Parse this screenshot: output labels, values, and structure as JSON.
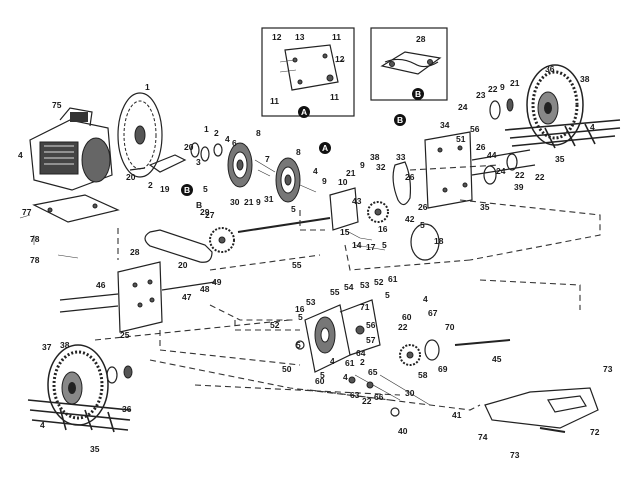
{
  "labels": {
    "l1": "1",
    "l2": "2",
    "l3": "3",
    "l4": "4",
    "l5": "5",
    "l6": "6",
    "l7": "7",
    "l8": "8",
    "l9": "9",
    "l10": "10",
    "l11": "11",
    "l12": "12",
    "l13": "13",
    "l14": "14",
    "l15": "15",
    "l16": "16",
    "l17": "17",
    "l18": "18",
    "l19": "19",
    "l20": "20",
    "l21": "21",
    "l22": "22",
    "l23": "23",
    "l24": "24",
    "l25": "25",
    "l26": "26",
    "l27": "27",
    "l28": "28",
    "l29": "29",
    "l30": "30",
    "l31": "31",
    "l32": "32",
    "l33": "33",
    "l34": "34",
    "l35": "35",
    "l36": "36",
    "l37": "37",
    "l38": "38",
    "l39": "39",
    "l40": "40",
    "l41": "41",
    "l42": "42",
    "l43": "43",
    "l44": "44",
    "l45": "45",
    "l46": "46",
    "l47": "47",
    "l48": "48",
    "l49": "49",
    "l50": "50",
    "l51": "51",
    "l52": "52",
    "l53": "53",
    "l54": "54",
    "l55": "55",
    "l56": "56",
    "l57": "57",
    "l58": "58",
    "l60": "60",
    "l61": "61",
    "l63": "63",
    "l64": "64",
    "l65": "65",
    "l66": "66",
    "l67": "67",
    "l69": "69",
    "l70": "70",
    "l71": "71",
    "l72": "72",
    "l73": "73",
    "l74": "74",
    "l75": "75",
    "l77": "77",
    "l78": "78",
    "callout_a": "A",
    "callout_b": "B"
  }
}
